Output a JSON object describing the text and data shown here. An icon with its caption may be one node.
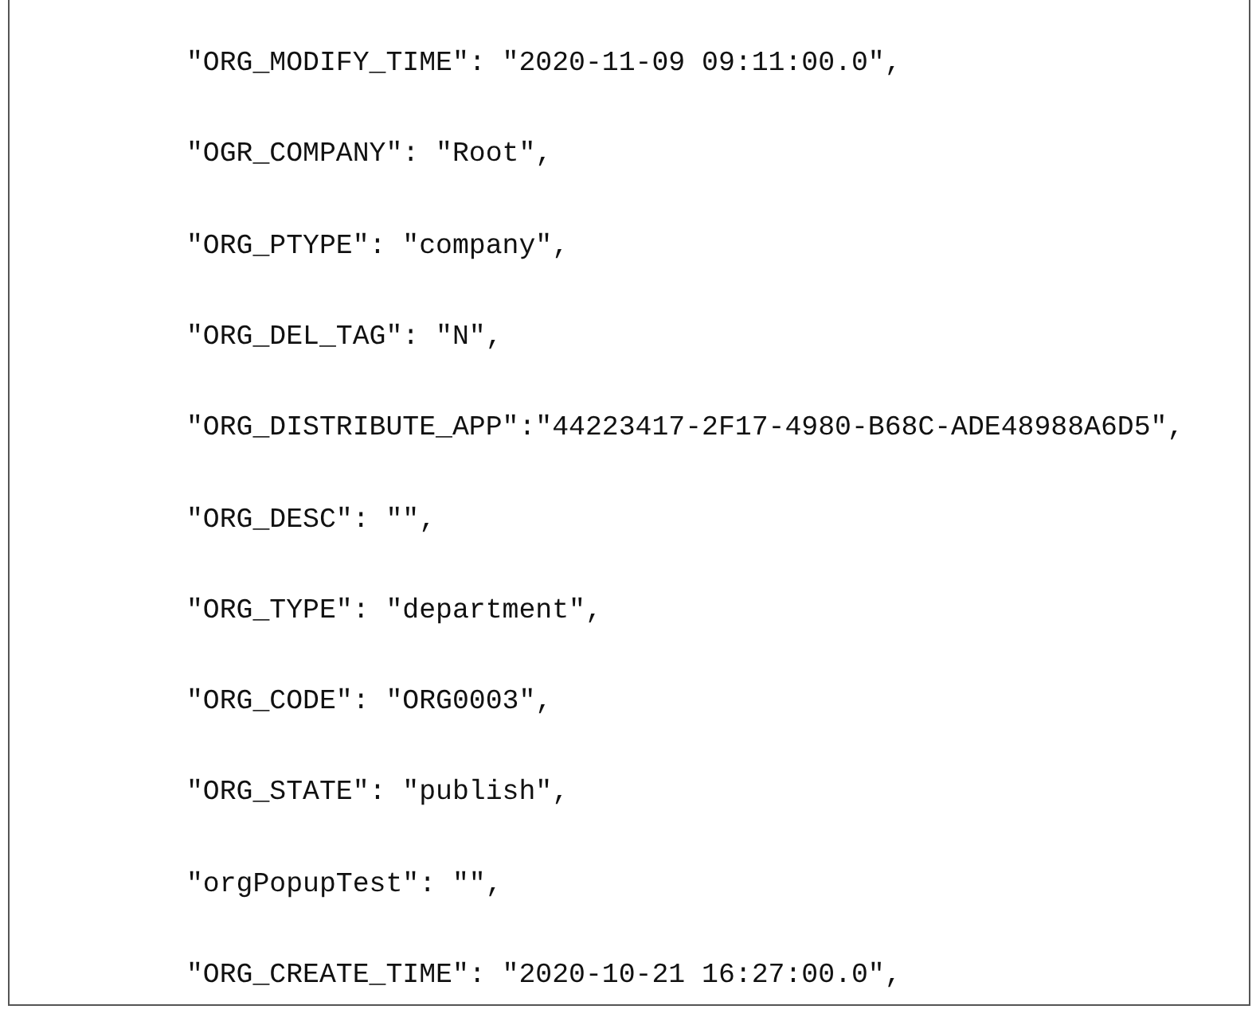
{
  "diagram": {
    "labels": [
      "\"ORG_MODIFY_TIME\": \"2020-11-09 09:11:00.0\",",
      "\"OGR_COMPANY\": \"Root\",",
      "\"ORG_PTYPE\": \"company\",",
      "\"ORG_DEL_TAG\": \"N\",",
      "\"ORG_DISTRIBUTE_APP\":\"44223417-2F17-4980-B68C-ADE48988A6D5\",",
      "\"ORG_DESC\": \"\",",
      "\"ORG_TYPE\": \"department\",",
      "\"ORG_CODE\": \"ORG0003\",",
      "\"ORG_STATE\": \"publish\",",
      "\"orgPopupTest\": \"\",",
      "\"ORG_CREATE_TIME\": \"2020-10-21 16:27:00.0\","
    ]
  }
}
